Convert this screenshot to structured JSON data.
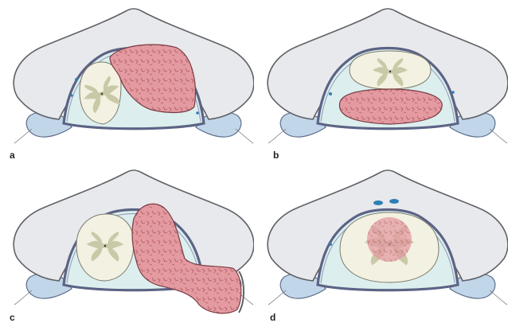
{
  "panels": [
    {
      "label": "a"
    },
    {
      "label": "b"
    },
    {
      "label": "c"
    },
    {
      "label": "d"
    }
  ],
  "colors": {
    "bone": "#e8e9ec",
    "bone_outline": "#5f6166",
    "csf": "#dcefee",
    "cord": "#f3f1e2",
    "gray_matter": "#c9c9a8",
    "tumor": "#e39aa0",
    "tumor_dark": "#b65f68",
    "nerve_root": "#c2d6ea",
    "dura": "#5c6385",
    "vessel": "#2f7fb6"
  }
}
